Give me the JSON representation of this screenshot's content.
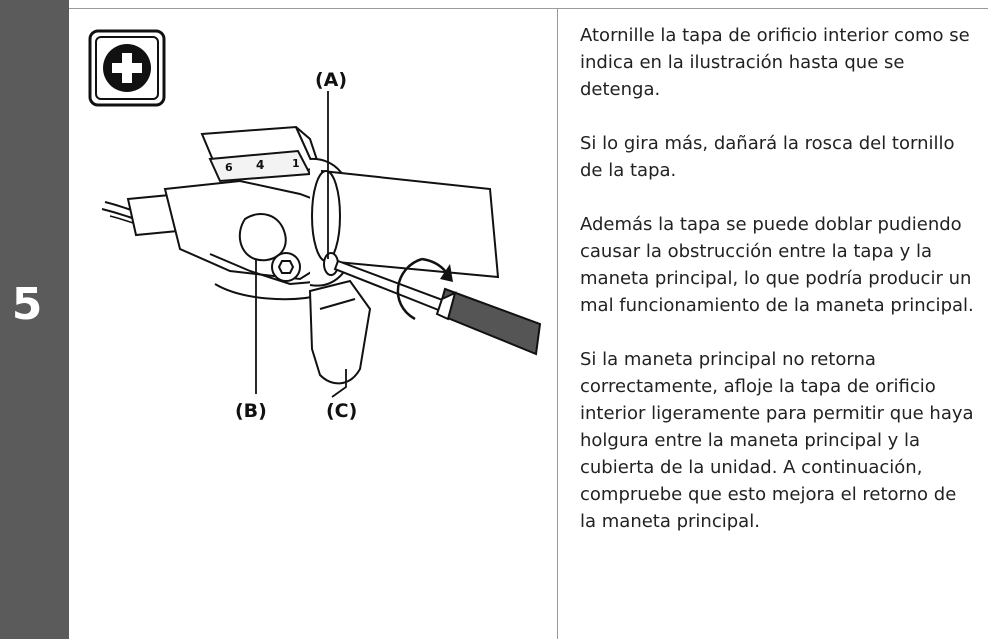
{
  "step": {
    "number": "5"
  },
  "figure": {
    "icon": "plus-circle-icon",
    "callouts": {
      "a": "(A)",
      "b": "(B)",
      "c": "(C)"
    },
    "dial_markings": {
      "left": "6",
      "center": "4",
      "right": "1"
    }
  },
  "instructions": [
    "Atornille la tapa de orificio interior como se indica en la ilustración hasta que se detenga.",
    "Si lo gira más, dañará la rosca del tornillo de la tapa.",
    "Además la tapa se puede doblar pudiendo causar la obstrucción entre la tapa y la maneta principal, lo que podría producir un mal funcionamiento de la maneta principal.",
    "Si la maneta principal no retorna correctamente, afloje la tapa de orificio interior ligeramente para permitir que haya holgura entre la maneta principal y la cubierta de la unidad. A continuación, compruebe que esto mejora el retorno de la maneta principal."
  ],
  "colors": {
    "step_bar": "#5b5b5b",
    "rule": "#9a9a9a",
    "text": "#222222"
  }
}
